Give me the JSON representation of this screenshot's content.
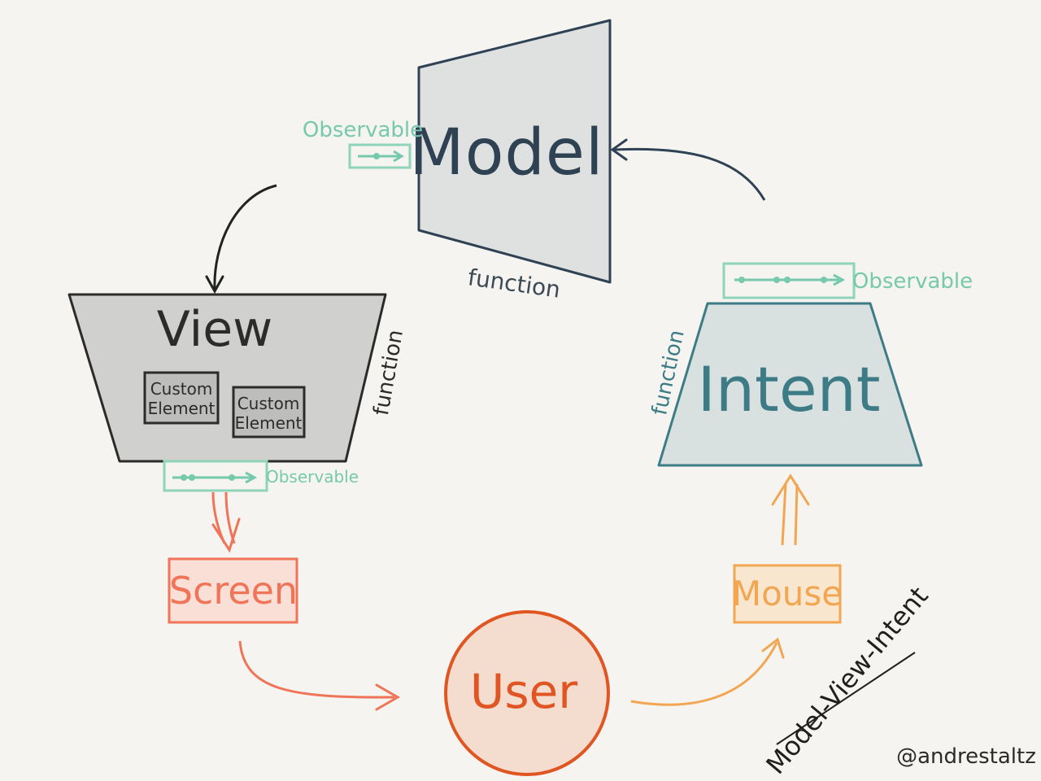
{
  "diagram": {
    "model": {
      "label": "Model",
      "function_label": "function",
      "observable_label": "Observable"
    },
    "view": {
      "label": "View",
      "function_label": "function",
      "observable_label": "Observable",
      "custom_elements": [
        {
          "line1": "Custom",
          "line2": "Element"
        },
        {
          "line1": "Custom",
          "line2": "Element"
        }
      ]
    },
    "intent": {
      "label": "Intent",
      "function_label": "function",
      "observable_label": "Observable"
    },
    "screen": {
      "label": "Screen"
    },
    "user": {
      "label": "User"
    },
    "mouse": {
      "label": "Mouse"
    },
    "caption": {
      "text": "Model-View-Intent"
    },
    "signature": {
      "text": "@andrestaltz"
    }
  },
  "colors": {
    "background": "#f5f4f0",
    "model_fill": "#dfe1e1",
    "model_stroke": "#2e4254",
    "view_fill": "#d0d0cf",
    "view_stroke": "#2b2b2b",
    "intent_fill": "#d9e1e0",
    "intent_stroke": "#3d7c86",
    "observable": "#76c9ad",
    "screen": "#ef7458",
    "user": "#e05522",
    "mouse": "#f3a652"
  }
}
